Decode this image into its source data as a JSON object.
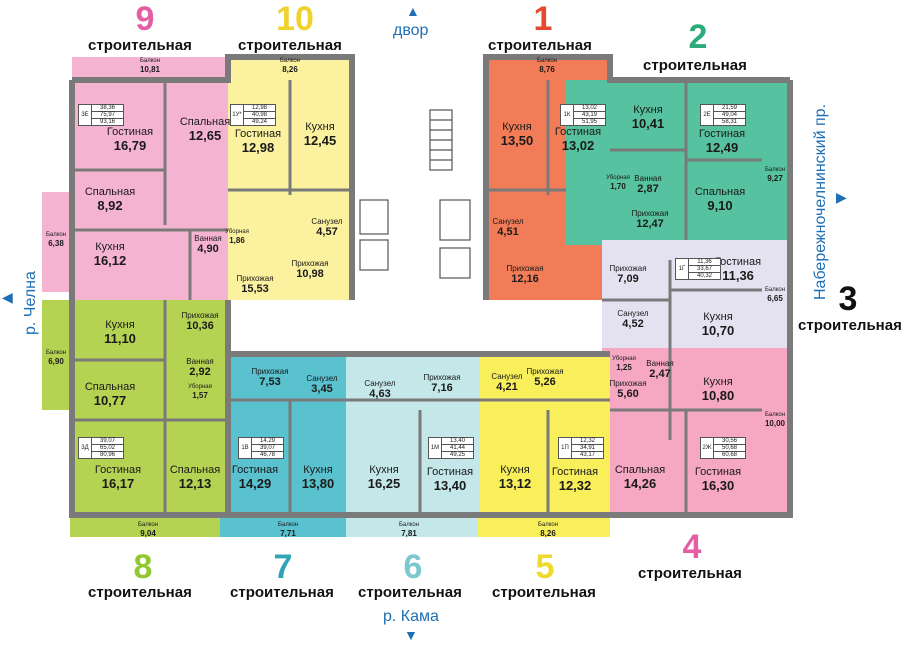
{
  "colors": {
    "pink": "#f5b3d2",
    "yellow": "#fbf19e",
    "orange": "#f17c57",
    "green": "#57c29f",
    "lavender": "#e4e2f1",
    "lightpink": "#f6a7c2",
    "lime": "#b4d352",
    "cyan": "#5ac1cf",
    "lightcyan": "#c4e7ea",
    "yellow2": "#f8ef5b",
    "compass": "#1f6fb5",
    "num9": "#e35ea4",
    "num10": "#f0d22e",
    "num1": "#e6492d",
    "num2": "#2eab7d",
    "num3": "#111111",
    "num4": "#e35ea4",
    "num5": "#efd92f",
    "num6": "#7cc8cf",
    "num7": "#2fa5b5",
    "num8": "#93c72f"
  },
  "compass": {
    "north": "двор",
    "south": "р. Кама",
    "east": "Набережночелнинский пр.",
    "west": "р. Челна"
  },
  "sections": [
    {
      "no": "9",
      "type": "строительная",
      "color": "#e35ea4"
    },
    {
      "no": "10",
      "type": "строительная",
      "color": "#f0d22e"
    },
    {
      "no": "1",
      "type": "строительная",
      "color": "#e6492d"
    },
    {
      "no": "2",
      "type": "строительная",
      "color": "#2eab7d"
    },
    {
      "no": "3",
      "type": "строительная",
      "color": "#111111"
    },
    {
      "no": "4",
      "type": "строительная",
      "color": "#e35ea4"
    },
    {
      "no": "5",
      "type": "строительная",
      "color": "#efd92f"
    },
    {
      "no": "6",
      "type": "строительная",
      "color": "#7cc8cf"
    },
    {
      "no": "7",
      "type": "строительная",
      "color": "#2fa5b5"
    },
    {
      "no": "8",
      "type": "строительная",
      "color": "#93c72f"
    }
  ],
  "rooms": [
    {
      "id": "r9-balcony",
      "name": "Балкон",
      "area": "10,81",
      "size": "tiny"
    },
    {
      "id": "r9-living",
      "name": "Гостиная",
      "area": "16,79"
    },
    {
      "id": "r9-bed1",
      "name": "Спальная",
      "area": "12,65"
    },
    {
      "id": "r9-bed2",
      "name": "Спальная",
      "area": "8,92"
    },
    {
      "id": "r9-kitchen",
      "name": "Кухня",
      "area": "16,12"
    },
    {
      "id": "r9-bath",
      "name": "Ванная",
      "area": "4,90",
      "size": "sm"
    },
    {
      "id": "r9-wc",
      "name": "Уборная",
      "area": "1,86",
      "size": "tiny"
    },
    {
      "id": "r9-hall",
      "name": "Прихожая",
      "area": "15,53",
      "size": "sm"
    },
    {
      "id": "r9-balcony2",
      "name": "Балкон",
      "area": "6,38",
      "size": "tiny"
    },
    {
      "id": "r10-balcony",
      "name": "Балкон",
      "area": "8,26",
      "size": "tiny"
    },
    {
      "id": "r10-living",
      "name": "Гостиная",
      "area": "12,98"
    },
    {
      "id": "r10-kitchen",
      "name": "Кухня",
      "area": "12,45"
    },
    {
      "id": "r10-bath",
      "name": "Санузел",
      "area": "4,57",
      "size": "sm"
    },
    {
      "id": "r10-hall",
      "name": "Прихожая",
      "area": "10,98",
      "size": "sm"
    },
    {
      "id": "r1-balcony",
      "name": "Балкон",
      "area": "8,76",
      "size": "tiny"
    },
    {
      "id": "r1-kitchen",
      "name": "Кухня",
      "area": "13,50"
    },
    {
      "id": "r1-living",
      "name": "Гостиная",
      "area": "13,02"
    },
    {
      "id": "r1-bath",
      "name": "Санузел",
      "area": "4,51",
      "size": "sm"
    },
    {
      "id": "r1-hall",
      "name": "Прихожая",
      "area": "12,16",
      "size": "sm"
    },
    {
      "id": "r2-kitchen",
      "name": "Кухня",
      "area": "10,41"
    },
    {
      "id": "r2-living",
      "name": "Гостиная",
      "area": "12,49"
    },
    {
      "id": "r2-wc",
      "name": "Уборная",
      "area": "1,70",
      "size": "tiny"
    },
    {
      "id": "r2-bath",
      "name": "Ванная",
      "area": "2,87",
      "size": "sm"
    },
    {
      "id": "r2-bed",
      "name": "Спальная",
      "area": "9,10"
    },
    {
      "id": "r2-hall",
      "name": "Прихожая",
      "area": "12,47",
      "size": "sm"
    },
    {
      "id": "r2-balcony",
      "name": "Балкон",
      "area": "9,27",
      "size": "tiny"
    },
    {
      "id": "r3-hall",
      "name": "Прихожая",
      "area": "7,09",
      "size": "sm"
    },
    {
      "id": "r3-living",
      "name": "Гостиная",
      "area": "11,36"
    },
    {
      "id": "r3-bath",
      "name": "Санузел",
      "area": "4,52",
      "size": "sm"
    },
    {
      "id": "r3-kitchen",
      "name": "Кухня",
      "area": "10,70"
    },
    {
      "id": "r3-balcony",
      "name": "Балкон",
      "area": "6,65",
      "size": "tiny"
    },
    {
      "id": "r4-wc",
      "name": "Уборная",
      "area": "1,25",
      "size": "tiny"
    },
    {
      "id": "r4-bath",
      "name": "Ванная",
      "area": "2,47",
      "size": "sm"
    },
    {
      "id": "r4-hall",
      "name": "Прихожая",
      "area": "5,60",
      "size": "sm"
    },
    {
      "id": "r4-kitchen",
      "name": "Кухня",
      "area": "10,80"
    },
    {
      "id": "r4-balcony",
      "name": "Балкон",
      "area": "10,00",
      "size": "tiny"
    },
    {
      "id": "r4-bed",
      "name": "Спальная",
      "area": "14,26"
    },
    {
      "id": "r4-living",
      "name": "Гостиная",
      "area": "16,30"
    },
    {
      "id": "r5-bath",
      "name": "Санузел",
      "area": "4,21",
      "size": "sm"
    },
    {
      "id": "r5-hall",
      "name": "Прихожая",
      "area": "5,26",
      "size": "sm"
    },
    {
      "id": "r5-kitchen",
      "name": "Кухня",
      "area": "13,12"
    },
    {
      "id": "r5-living",
      "name": "Гостиная",
      "area": "12,32"
    },
    {
      "id": "r5-balcony",
      "name": "Балкон",
      "area": "8,26",
      "size": "tiny"
    },
    {
      "id": "r6-bath",
      "name": "Санузел",
      "area": "4,63",
      "size": "sm"
    },
    {
      "id": "r6-hall",
      "name": "Прихожая",
      "area": "7,16",
      "size": "sm"
    },
    {
      "id": "r6-kitchen",
      "name": "Кухня",
      "area": "16,25"
    },
    {
      "id": "r6-living",
      "name": "Гостиная",
      "area": "13,40"
    },
    {
      "id": "r6-balcony",
      "name": "Балкон",
      "area": "7,81",
      "size": "tiny"
    },
    {
      "id": "r7-hall",
      "name": "Прихожая",
      "area": "7,53",
      "size": "sm"
    },
    {
      "id": "r7-bath",
      "name": "Санузел",
      "area": "3,45",
      "size": "sm"
    },
    {
      "id": "r7-living",
      "name": "Гостиная",
      "area": "14,29"
    },
    {
      "id": "r7-kitchen",
      "name": "Кухня",
      "area": "13,80"
    },
    {
      "id": "r7-balcony",
      "name": "Балкон",
      "area": "7,71",
      "size": "tiny"
    },
    {
      "id": "r8-kitchen",
      "name": "Кухня",
      "area": "11,10"
    },
    {
      "id": "r8-hall",
      "name": "Прихожая",
      "area": "10,36",
      "size": "sm"
    },
    {
      "id": "r8-bath",
      "name": "Ванная",
      "area": "2,92",
      "size": "sm"
    },
    {
      "id": "r8-wc",
      "name": "Уборная",
      "area": "1,57",
      "size": "tiny"
    },
    {
      "id": "r8-bed",
      "name": "Спальная",
      "area": "10,77"
    },
    {
      "id": "r8-living",
      "name": "Гостиная",
      "area": "16,17"
    },
    {
      "id": "r8-bed2",
      "name": "Спальная",
      "area": "12,13"
    },
    {
      "id": "r8-balcony",
      "name": "Балкон",
      "area": "9,04",
      "size": "tiny"
    },
    {
      "id": "r8-balcony2",
      "name": "Балкон",
      "area": "6,90",
      "size": "tiny"
    }
  ],
  "apartments": [
    {
      "id": "a9",
      "code": "3Е",
      "values": [
        "38,36",
        "75,97",
        "93,16"
      ]
    },
    {
      "id": "a10",
      "code": "1У*",
      "values": [
        "12,98",
        "40,98",
        "49,24"
      ]
    },
    {
      "id": "a1",
      "code": "1К",
      "values": [
        "13,02",
        "43,19",
        "51,95"
      ]
    },
    {
      "id": "a2",
      "code": "2Е",
      "values": [
        "21,59",
        "49,04",
        "58,31"
      ]
    },
    {
      "id": "a3",
      "code": "1Г",
      "values": [
        "11,36",
        "33,67",
        "40,32"
      ]
    },
    {
      "id": "a4",
      "code": "2Ж",
      "values": [
        "30,56",
        "50,68",
        "60,68"
      ]
    },
    {
      "id": "a5",
      "code": "1П",
      "values": [
        "12,32",
        "34,91",
        "43,17"
      ]
    },
    {
      "id": "a6",
      "code": "1М",
      "values": [
        "13,40",
        "41,44",
        "49,25"
      ]
    },
    {
      "id": "a7",
      "code": "1В",
      "values": [
        "14,29",
        "39,07",
        "46,78"
      ]
    },
    {
      "id": "a8",
      "code": "3Д",
      "values": [
        "39,07",
        "65,02",
        "80,96"
      ]
    }
  ]
}
